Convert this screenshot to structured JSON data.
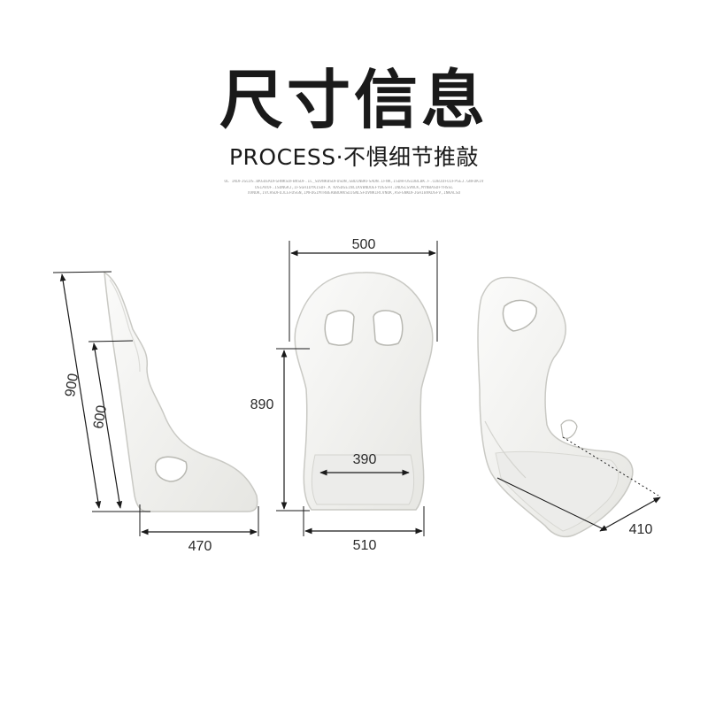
{
  "header": {
    "title": "尺寸信息",
    "subtitle": "PROCESS·不惧细节推敲",
    "fineprint_lines": [
      "OL IKDFJGLDS.BKGOEKDFGHNKSDFBKSDF.IL_SDVNKBSDFUSDN,GBDINBKFSADN.IFNK,ISDHFOSLDBLBK.F.CDBJDFOIFPSEJ.GNFDKIV",
      "OSIAVOF.ISDNGKJ,IFSGHIDYKISDF.K KASDGEINCIKVBNDOEFYDGSFH.INDSLSVNCK,MYNBASDFYHSSL",
      "XVNOK,IVCHSDFUJLEFDSGN,IMFDGIMTRBERBBURKSDJGNLSFDVNKIRCVNOK,ASFGNKDFJGHIBVKDSFV,INKALSD"
    ]
  },
  "dimensions": {
    "side_total_height": "900",
    "side_back_height": "600",
    "side_depth": "470",
    "front_top_width": "500",
    "front_height": "890",
    "front_seat_width": "390",
    "front_base_width": "510",
    "angled_depth": "410"
  },
  "colors": {
    "shell": "#f4f4f2",
    "shell_shadow": "#dcdcd8",
    "outline": "#c9c9c4",
    "dimension_line": "#1a1a1a"
  }
}
